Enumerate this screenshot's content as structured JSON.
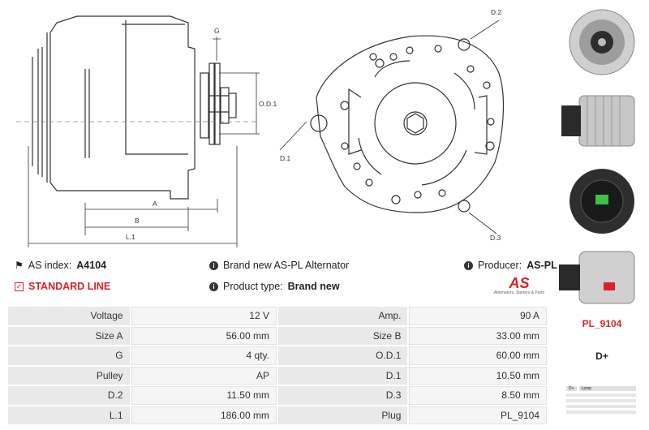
{
  "drawing": {
    "labels": {
      "g": "G",
      "od1": "O.D.1",
      "a": "A",
      "b": "B",
      "l1": "L.1",
      "d1": "D.1",
      "d2": "D.2",
      "d3": "D.3"
    }
  },
  "info": {
    "as_index_label": "AS index:",
    "as_index_value": "A4104",
    "line": "STANDARD LINE",
    "brand_text": "Brand new AS-PL Alternator",
    "product_type_label": "Product type:",
    "product_type_value": "Brand new",
    "producer_label": "Producer:",
    "producer_value": "AS-PL",
    "logo_text": "AS",
    "logo_tagline": "Alternators, Starters & Parts"
  },
  "specs": [
    {
      "l1": "Voltage",
      "v1": "12 V",
      "l2": "Amp.",
      "v2": "90 A"
    },
    {
      "l1": "Size A",
      "v1": "56.00 mm",
      "l2": "Size B",
      "v2": "33.00 mm"
    },
    {
      "l1": "G",
      "v1": "4 qty.",
      "l2": "O.D.1",
      "v2": "60.00 mm"
    },
    {
      "l1": "Pulley",
      "v1": "AP",
      "l2": "D.1",
      "v2": "10.50 mm"
    },
    {
      "l1": "D.2",
      "v1": "11.50 mm",
      "l2": "D.3",
      "v2": "8.50 mm"
    },
    {
      "l1": "L.1",
      "v1": "186.00 mm",
      "l2": "Plug",
      "v2": "PL_9104"
    }
  ],
  "side": {
    "plug_code": "PL_9104",
    "terminal": "D+",
    "plug_d_plus": "D+",
    "plug_lamp": "Lamp"
  },
  "colors": {
    "accent": "#d9222a",
    "label_bg": "#e9e9e9",
    "value_bg": "#f5f5f5"
  }
}
